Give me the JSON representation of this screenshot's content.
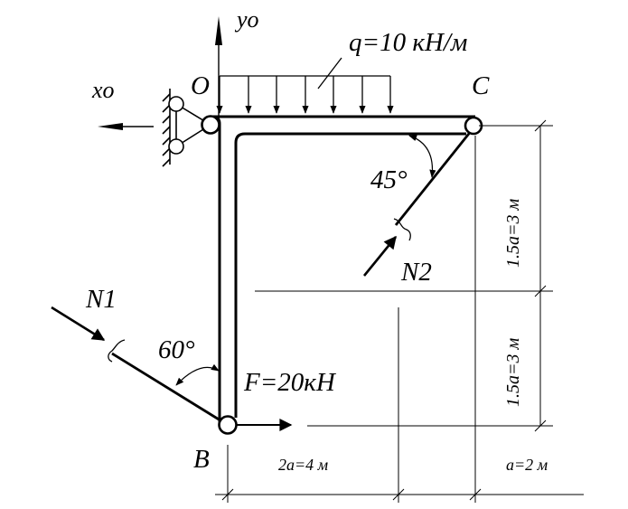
{
  "labels": {
    "axis_y": "yo",
    "axis_x": "xo",
    "point_o": "O",
    "point_c": "C",
    "point_b": "B",
    "load_q": "q=10 кН/м",
    "angle_c": "45°",
    "angle_b": "60°",
    "force_n1": "N1",
    "force_n2": "N2",
    "force_f": "F=20кН",
    "dim_upper": "1.5a=3 м",
    "dim_lower": "1.5a=3 м",
    "dim_left": "2a=4 м",
    "dim_right": "a=2 м"
  }
}
